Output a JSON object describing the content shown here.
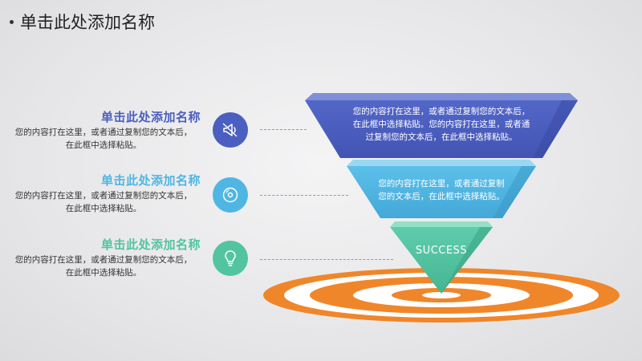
{
  "slide": {
    "title": "单击此处添加名称"
  },
  "colors": {
    "tier1": "#4a5fbf",
    "tier2": "#4fb6e3",
    "tier3": "#52c4a0",
    "target_orange": "#f0862a"
  },
  "items": [
    {
      "title": "单击此处添加名称",
      "desc": "您的内容打在这里，或者通过复制您的文本后，在此框中选择粘贴。",
      "icon": "megaphone-icon",
      "color": "#4a5fbf"
    },
    {
      "title": "单击此处添加名称",
      "desc": "您的内容打在这里，或者通过复制您的文本后，在此框中选择粘贴。",
      "icon": "disc-icon",
      "color": "#4fb6e3"
    },
    {
      "title": "单击此处添加名称",
      "desc": "您的内容打在这里，或者通过复制您的文本后，在此框中选择粘贴。",
      "icon": "lightbulb-icon",
      "color": "#52c4a0"
    }
  ],
  "funnel": {
    "tier1_text": "您的内容打在这里，或者通过复制您的文本后，在此框中选择粘贴。您的内容打在这里，或者通过复制您的文本后，在此框中选择粘贴。",
    "tier2_text": "您的内容打在这里，或者通过复制您的文本后，在此框中选择粘贴。",
    "tier3_text": "SUCCESS"
  }
}
